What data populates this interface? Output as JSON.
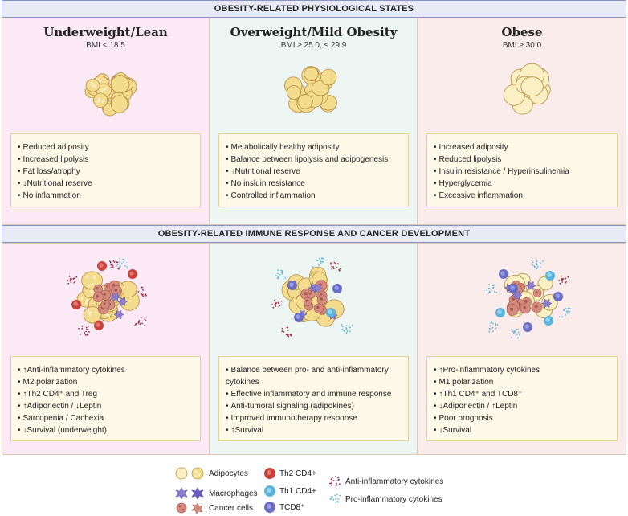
{
  "banners": {
    "top": "OBESITY-RELATED PHYSIOLOGICAL STATES",
    "bottom": "OBESITY-RELATED IMMUNE RESPONSE AND CANCER DEVELOPMENT"
  },
  "states": [
    {
      "title": "Underweight/Lean",
      "bmi": "BMI < 18.5",
      "items": [
        "Reduced adiposity",
        "Increased lipolysis",
        "Fat loss/atrophy",
        "↓Nutritional reserve",
        "No inflammation"
      ]
    },
    {
      "title": "Overweight/Mild Obesity",
      "bmi": "BMI ≥ 25.0, ≤ 29.9",
      "items": [
        "Metabolically healthy adiposity",
        "Balance between lipolysis and adipogenesis",
        "↑Nutritional reserve",
        "No insluin resistance",
        "Controlled inflammation"
      ]
    },
    {
      "title": "Obese",
      "bmi": "BMI ≥ 30.0",
      "items": [
        "Increased adiposity",
        "Reduced lipolysis",
        "Insulin resistance / Hyperinsulinemia",
        "Hyperglycemia",
        "Excessive inflammation"
      ]
    }
  ],
  "immune": [
    {
      "items": [
        "↑Anti-inflammatory cytokines",
        "M2 polarization",
        "↑Th2 CD4⁺ and Treg",
        "↑Adiponectin / ↓Leptin",
        "Sarcopenia / Cachexia",
        "↓Survival (underweight)"
      ]
    },
    {
      "items": [
        "Balance between pro- and anti-inflammatory",
        "cytokines",
        "Effective inflammatory and immune response",
        "Anti-tumoral signaling (adipokines)",
        "Improved immunotherapy response",
        "↑Survival"
      ]
    },
    {
      "items": [
        "↑Pro-inflammatory cytokines",
        "M1 polarization",
        "↑Th1 CD4⁺ and TCD8⁺",
        "↓Adiponectin / ↑Leptin",
        "Poor prognosis",
        "↓Survival"
      ]
    }
  ],
  "legend": {
    "adipocytes": "Adipocytes",
    "macrophages": "Macrophages",
    "cancer_cells": "Cancer cells",
    "th2": "Th2 CD4+",
    "th1": "Th1 CD4+",
    "tcd8": "TCD8⁺",
    "anti": "Anti-inflammatory cytokines",
    "pro": "Pro-inflammatory cytokines"
  },
  "colors": {
    "adipocyte_fill": "#f4dc8f",
    "adipocyte_light": "#fbefc4",
    "th2": "#c8423b",
    "th1": "#5ab4dc",
    "tcd8": "#6a6cc4",
    "macrophage": "#8c7fd0",
    "cancer": "#d58a7e",
    "anti_cytokine": "#9a2b45",
    "pro_cytokine": "#5bb6d9"
  }
}
